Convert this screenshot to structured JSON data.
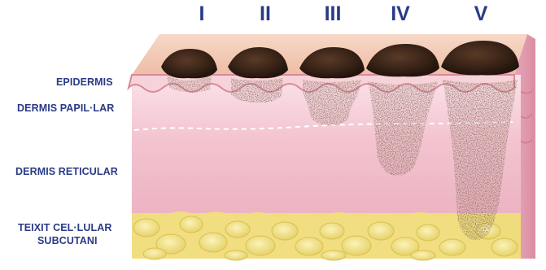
{
  "stage_labels": [
    "I",
    "II",
    "III",
    "IV",
    "V"
  ],
  "layers": {
    "epidermis": "EPIDERMIS",
    "papillary_dermis": "DERMIS PAPIL·LAR",
    "reticular_dermis": "DERMIS RETICULAR",
    "subcutaneous_line1": "TEIXIT CEL·LULAR",
    "subcutaneous_line2": "SUBCUTANI"
  },
  "colors": {
    "label_text": "#2a3a86",
    "skin_surface": "#f2c9b4",
    "epidermis": "#f4c6cf",
    "dermis": "#f1b9c7",
    "fat": "#f2e48a",
    "pigment": "#3a2418"
  }
}
